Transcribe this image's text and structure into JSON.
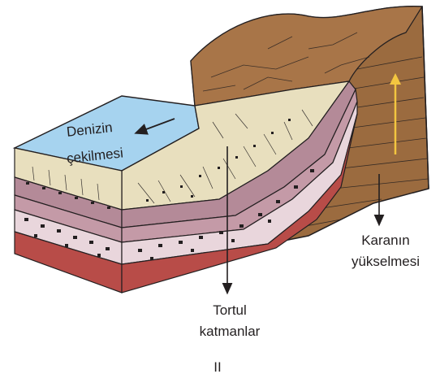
{
  "labels": {
    "sea_retreat_line1": "Denizin",
    "sea_retreat_line2": "çekilmesi",
    "land_uplift_line1": "Karanın",
    "land_uplift_line2": "yükselmesi",
    "sediment_line1": "Tortul",
    "sediment_line2": "katmanlar",
    "figure_number": "II"
  },
  "colors": {
    "sea": "#a6d3ef",
    "land": "#9b6b3f",
    "land_dark": "#7c5030",
    "sand": "#e8dfbe",
    "layer_mauve": "#b48a98",
    "layer_pink": "#e9d6dc",
    "layer_red": "#b84c48",
    "uplift_arrow": "#f3c640",
    "outline": "#231f20"
  }
}
